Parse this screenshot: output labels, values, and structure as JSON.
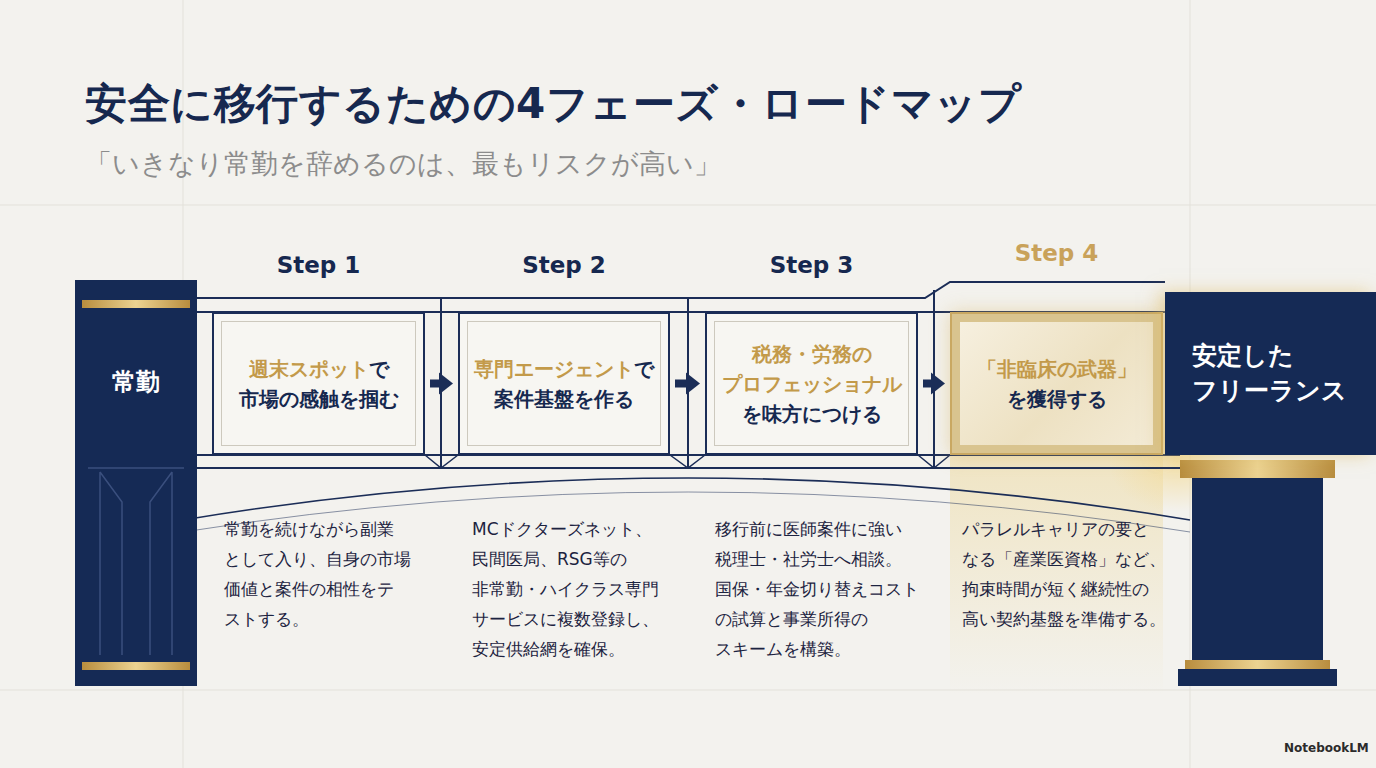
{
  "diagram": {
    "title": "安全に移行するための4フェーズ・ロードマップ",
    "nodes": [
      {
        "text": [
          "常勤"
        ]
      },
      {
        "text": [
          "Step 1",
          "週末スポット",
          "で 市場の感触を掴む",
          "常勤を続けながら副業 として入り、自身の市場 価値と案件の相性をテ ストする。"
        ]
      },
      {
        "text": [
          "Step 2",
          "専門エージェント",
          "で 案件基盤を作る",
          "MCドクターズネット、 民間医局、RSG等の 非常勤・ハイクラス専門 サービスに複数登録し、 安定供給網を確保。"
        ]
      },
      {
        "text": [
          "Step 3",
          "税務・労務の プロフェッショナル",
          "を味方につける",
          "移行前に医師案件に強い 税理士・社労士へ相談。 国保・年金切り替えコスト の試算と事業所得の スキームを構築。"
        ]
      },
      {
        "text": [
          "Step 4",
          "「非臨床の武器」",
          "を獲得する",
          "パラレルキャリアの要と なる「産業医資格」など、 拘束時間が短く継続性の 高い契約基盤を準備する。"
        ]
      },
      {
        "text": [
          "安定した フリーランス"
        ]
      }
    ],
    "edges": [
      {
        "from": 1,
        "to": 2,
        "arrow": "to"
      },
      {
        "from": 2,
        "to": 3,
        "arrow": "to"
      },
      {
        "from": 3,
        "to": 4,
        "arrow": "to"
      }
    ],
    "labels": [
      "「いきなり常勤を辞めるのは、最もリスクが高い」",
      "NotebookLM"
    ]
  }
}
